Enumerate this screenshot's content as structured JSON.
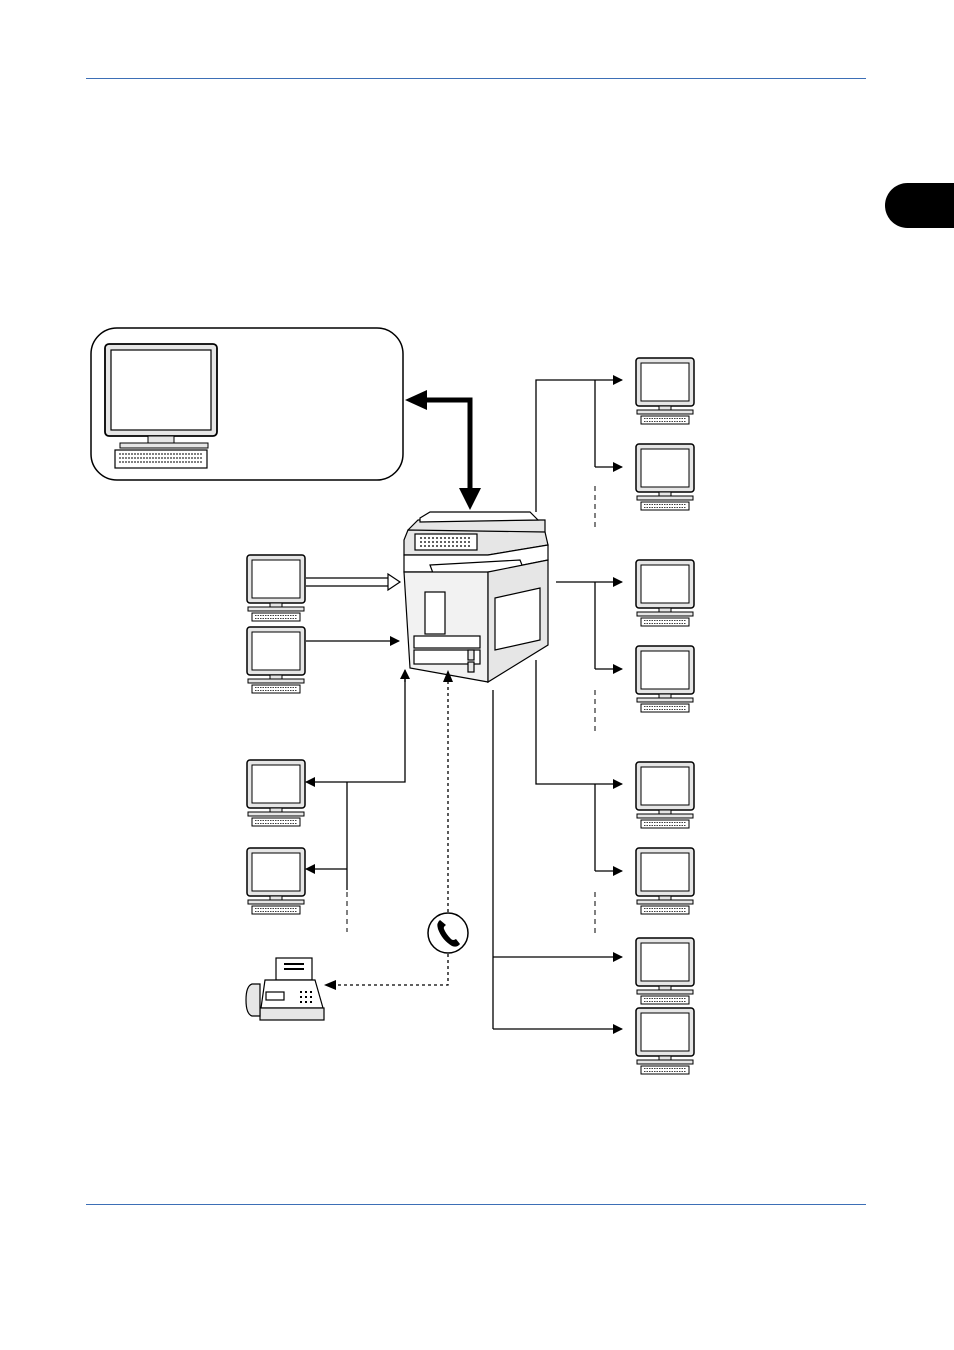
{
  "colors": {
    "rule": "#3d6fb6",
    "chapter_tab": "#000000",
    "line": "#000000",
    "device_fill": "#e6e6e6",
    "screen_fill": "#ffffff"
  },
  "icons": {
    "admin_computer": "desktop-computer-icon",
    "client_computer": "desktop-computer-icon",
    "mfp": "multifunction-printer-icon",
    "fax": "fax-machine-icon",
    "phone": "telephone-icon"
  },
  "connection_styles": {
    "admin_link": "bidirectional-thick",
    "print_input": "hollow-arrow",
    "scan_output": "solid-arrow",
    "fax_line": "dotted"
  }
}
